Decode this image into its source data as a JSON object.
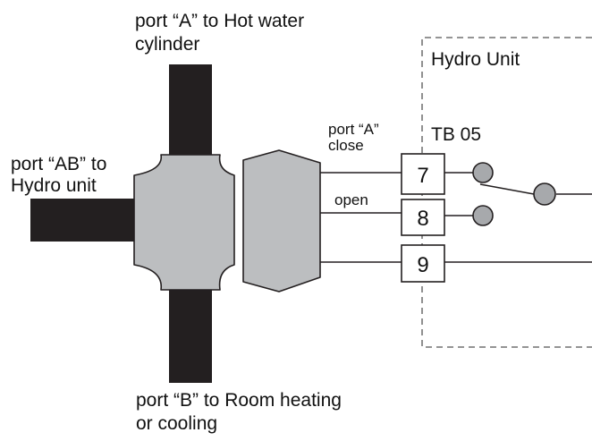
{
  "labels": {
    "port_a_line1": "port “A” to Hot water",
    "port_a_line2": "cylinder",
    "port_ab_line1": "port “AB” to",
    "port_ab_line2": "Hydro unit",
    "port_b_line1": "port “B” to Room heating",
    "port_b_line2": "or cooling",
    "hydro_unit": "Hydro Unit",
    "tb": "TB 05",
    "port_a_close_line1": "port “A”",
    "port_a_close_line2": "close",
    "open": "open"
  },
  "terminals": [
    "7",
    "8",
    "9"
  ],
  "colors": {
    "pipe": "#231f20",
    "valve_body": "#bcbec0",
    "outline": "#231f20",
    "contact": "#a7a9ac",
    "box_dash": "#555555"
  }
}
